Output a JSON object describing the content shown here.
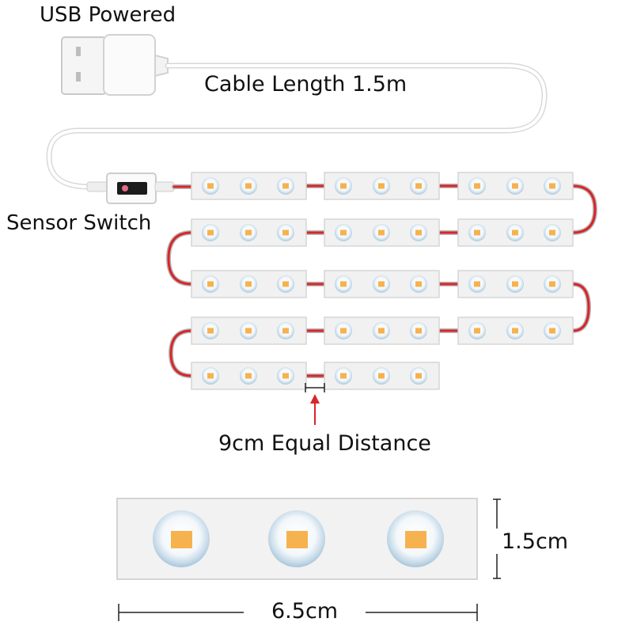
{
  "labels": {
    "usb_powered": "USB Powered",
    "cable_length": "Cable Length 1.5m",
    "sensor_switch": "Sensor Switch",
    "equal_distance": "9cm Equal Distance",
    "module_height": "1.5cm",
    "module_width": "6.5cm"
  },
  "colors": {
    "wire_red": "#d8262a",
    "module_body": "#f1f1f1",
    "module_border": "#d6d6d6",
    "led_ring": "#b9d3e3",
    "led_chip": "#f6b24f",
    "cable": "#e6e6e6",
    "arrow": "#d8262a"
  },
  "strip": {
    "rows": [
      3,
      3,
      3,
      3,
      2
    ],
    "leds_per_module": 3
  }
}
